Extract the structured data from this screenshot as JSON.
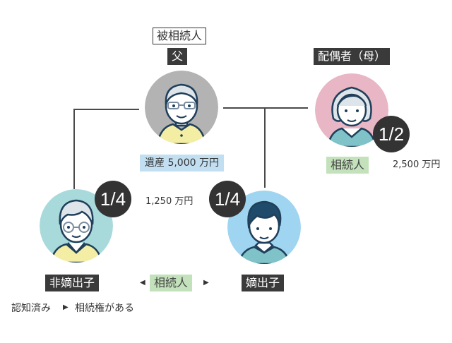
{
  "colors": {
    "line": "#4a4a4a",
    "dark_label_bg": "#3a3a3a",
    "heir_label_bg": "#c3e2bb",
    "estate_label_bg": "#c2dff2",
    "badge_bg": "#333333",
    "father_bg": "#b3b3b3",
    "mother_bg": "#e8b6c4",
    "illegit_bg": "#a9dadb",
    "legit_bg": "#9fd5f0"
  },
  "deceased": {
    "role_label": "被相続人",
    "name_label": "父",
    "estate_label": "遺産 5,000 万円",
    "avatar_icon": "elderly-man-avatar-icon"
  },
  "spouse": {
    "name_label": "配偶者（母）",
    "share": "1/2",
    "heir_label": "相続人",
    "amount": "2,500 万円",
    "avatar_icon": "elderly-woman-avatar-icon"
  },
  "illegitimate_child": {
    "name_label": "非嫡出子",
    "share": "1/4",
    "amount": "1,250 万円",
    "avatar_icon": "young-man-glasses-avatar-icon"
  },
  "legitimate_child": {
    "name_label": "嫡出子",
    "share": "1/4",
    "avatar_icon": "young-man-avatar-icon"
  },
  "children_heir_label": "相続人",
  "note": {
    "condition": "認知済み",
    "result": "相続権がある"
  }
}
